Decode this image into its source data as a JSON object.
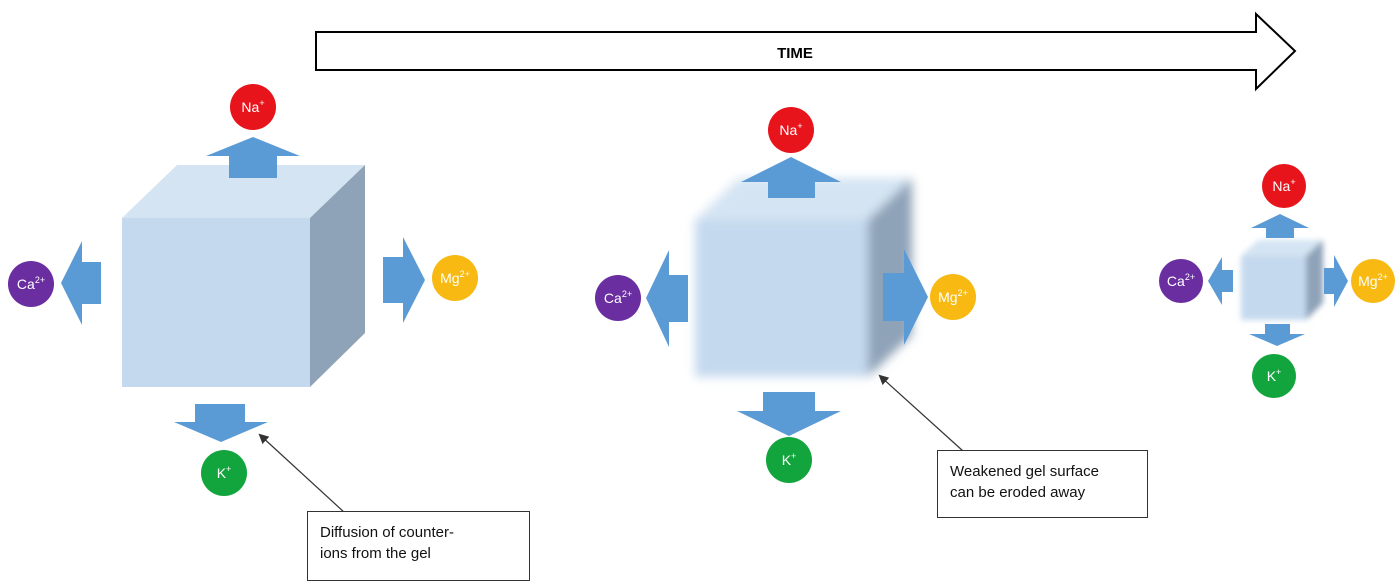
{
  "time_arrow": {
    "label": "TIME"
  },
  "stages": [
    {
      "ions": {
        "top": {
          "symbol": "Na",
          "charge": "+"
        },
        "bottom": {
          "symbol": "K",
          "charge": "+"
        },
        "left": {
          "symbol": "Ca",
          "charge": "2+"
        },
        "right": {
          "symbol": "Mg",
          "charge": "2+"
        }
      }
    },
    {
      "ions": {
        "top": {
          "symbol": "Na",
          "charge": "+"
        },
        "bottom": {
          "symbol": "K",
          "charge": "+"
        },
        "left": {
          "symbol": "Ca",
          "charge": "2+"
        },
        "right": {
          "symbol": "Mg",
          "charge": "2+"
        }
      }
    },
    {
      "ions": {
        "top": {
          "symbol": "Na",
          "charge": "+"
        },
        "bottom": {
          "symbol": "K",
          "charge": "+"
        },
        "left": {
          "symbol": "Ca",
          "charge": "2+"
        },
        "right": {
          "symbol": "Mg",
          "charge": "2+"
        }
      }
    }
  ],
  "callouts": [
    {
      "line1": "Diffusion of counter-",
      "line2": "ions from the gel"
    },
    {
      "line1": "Weakened gel surface",
      "line2": "can be eroded away"
    }
  ],
  "colors": {
    "na": "#e8141c",
    "k": "#12a53d",
    "ca": "#6a2ea0",
    "mg": "#f7b912",
    "arrow": "#5b9bd5",
    "cube_front": "#c5d9ee",
    "cube_top": "#d4e4f3",
    "cube_side": "#8fa3b8"
  }
}
